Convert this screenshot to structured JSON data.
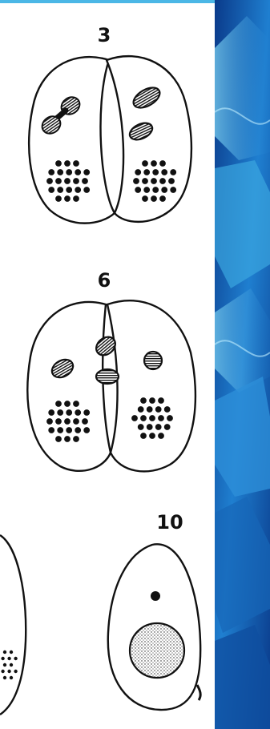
{
  "figures": [
    {
      "label": "3"
    },
    {
      "label": "6"
    },
    {
      "label": "10"
    }
  ],
  "colors": {
    "ink": "#111111",
    "paper": "#ffffff",
    "panel_dark": "#0a3a8a",
    "panel_mid": "#1f7fd0",
    "panel_light": "#7fd6f5",
    "accent": "#4bb7e6"
  }
}
